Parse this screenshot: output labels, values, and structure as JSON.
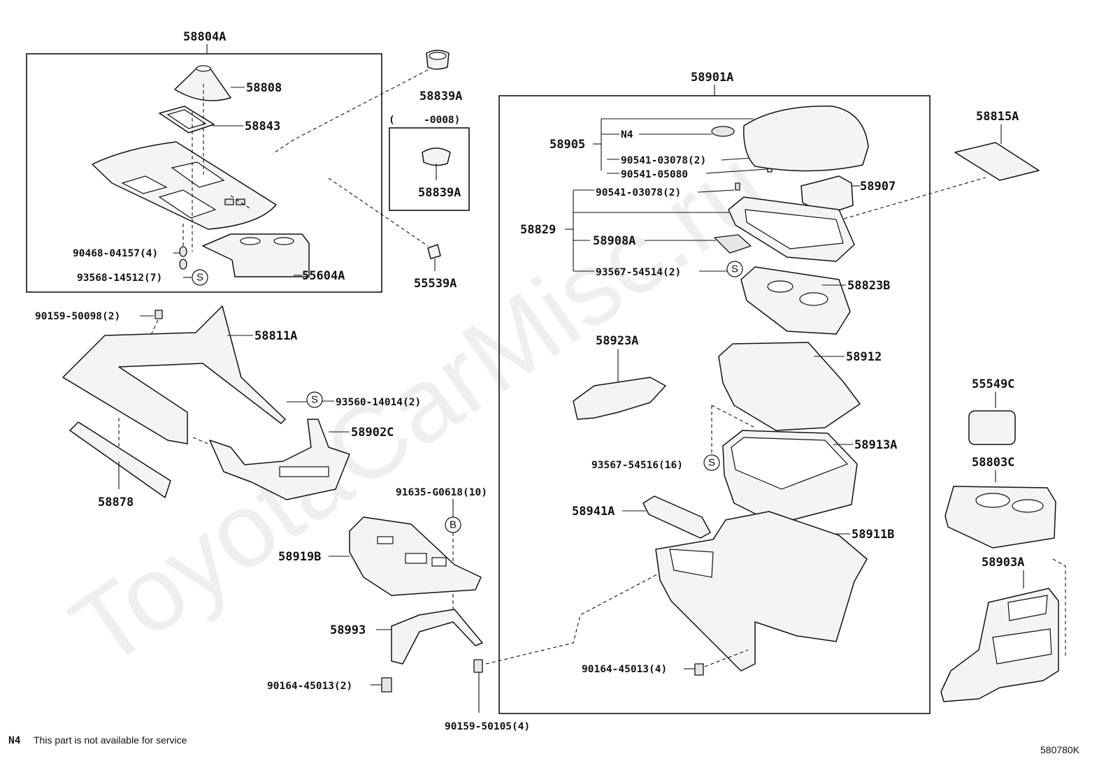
{
  "watermark": "ToyotaCarMisc.ru",
  "labels": {
    "p58804A": "58804A",
    "p58808": "58808",
    "p58843": "58843",
    "p90468": "90468-04157(4)",
    "p93568": "93568-14512(7)",
    "p55604A": "55604A",
    "p58839A_top": "58839A",
    "variant_open": "(",
    "variant_code": "-0008)",
    "p58839A_box": "58839A",
    "p55539A": "55539A",
    "p90159_50098": "90159-50098(2)",
    "p58811A": "58811A",
    "p93560": "93560-14014(2)",
    "p58902C": "58902C",
    "p58878": "58878",
    "p91635": "91635-G0618(10)",
    "p58919B": "58919B",
    "p58993": "58993",
    "p90164_left": "90164-45013(2)",
    "p90159_50105": "90159-50105(4)",
    "p58901A": "58901A",
    "p58905": "58905",
    "n4": "N4",
    "p90541_03078_a": "90541-03078(2)",
    "p90541_05080": "90541-05080",
    "p90541_03078_b": "90541-03078(2)",
    "p58907": "58907",
    "p58829": "58829",
    "p58908A": "58908A",
    "p93567_54514": "93567-54514(2)",
    "p58823B": "58823B",
    "p58923A": "58923A",
    "p58912": "58912",
    "p93567_54516": "93567-54516(16)",
    "p58913A": "58913A",
    "p58941A": "58941A",
    "p58911B": "58911B",
    "p90164_right": "90164-45013(4)",
    "p58815A": "58815A",
    "p55549C": "55549C",
    "p58803C": "58803C",
    "p58903A": "58903A"
  },
  "symbols": {
    "s": "S",
    "b": "B"
  },
  "footnote": {
    "code": "N4",
    "text": "This part is not available for service"
  },
  "figure_code": "580780K"
}
